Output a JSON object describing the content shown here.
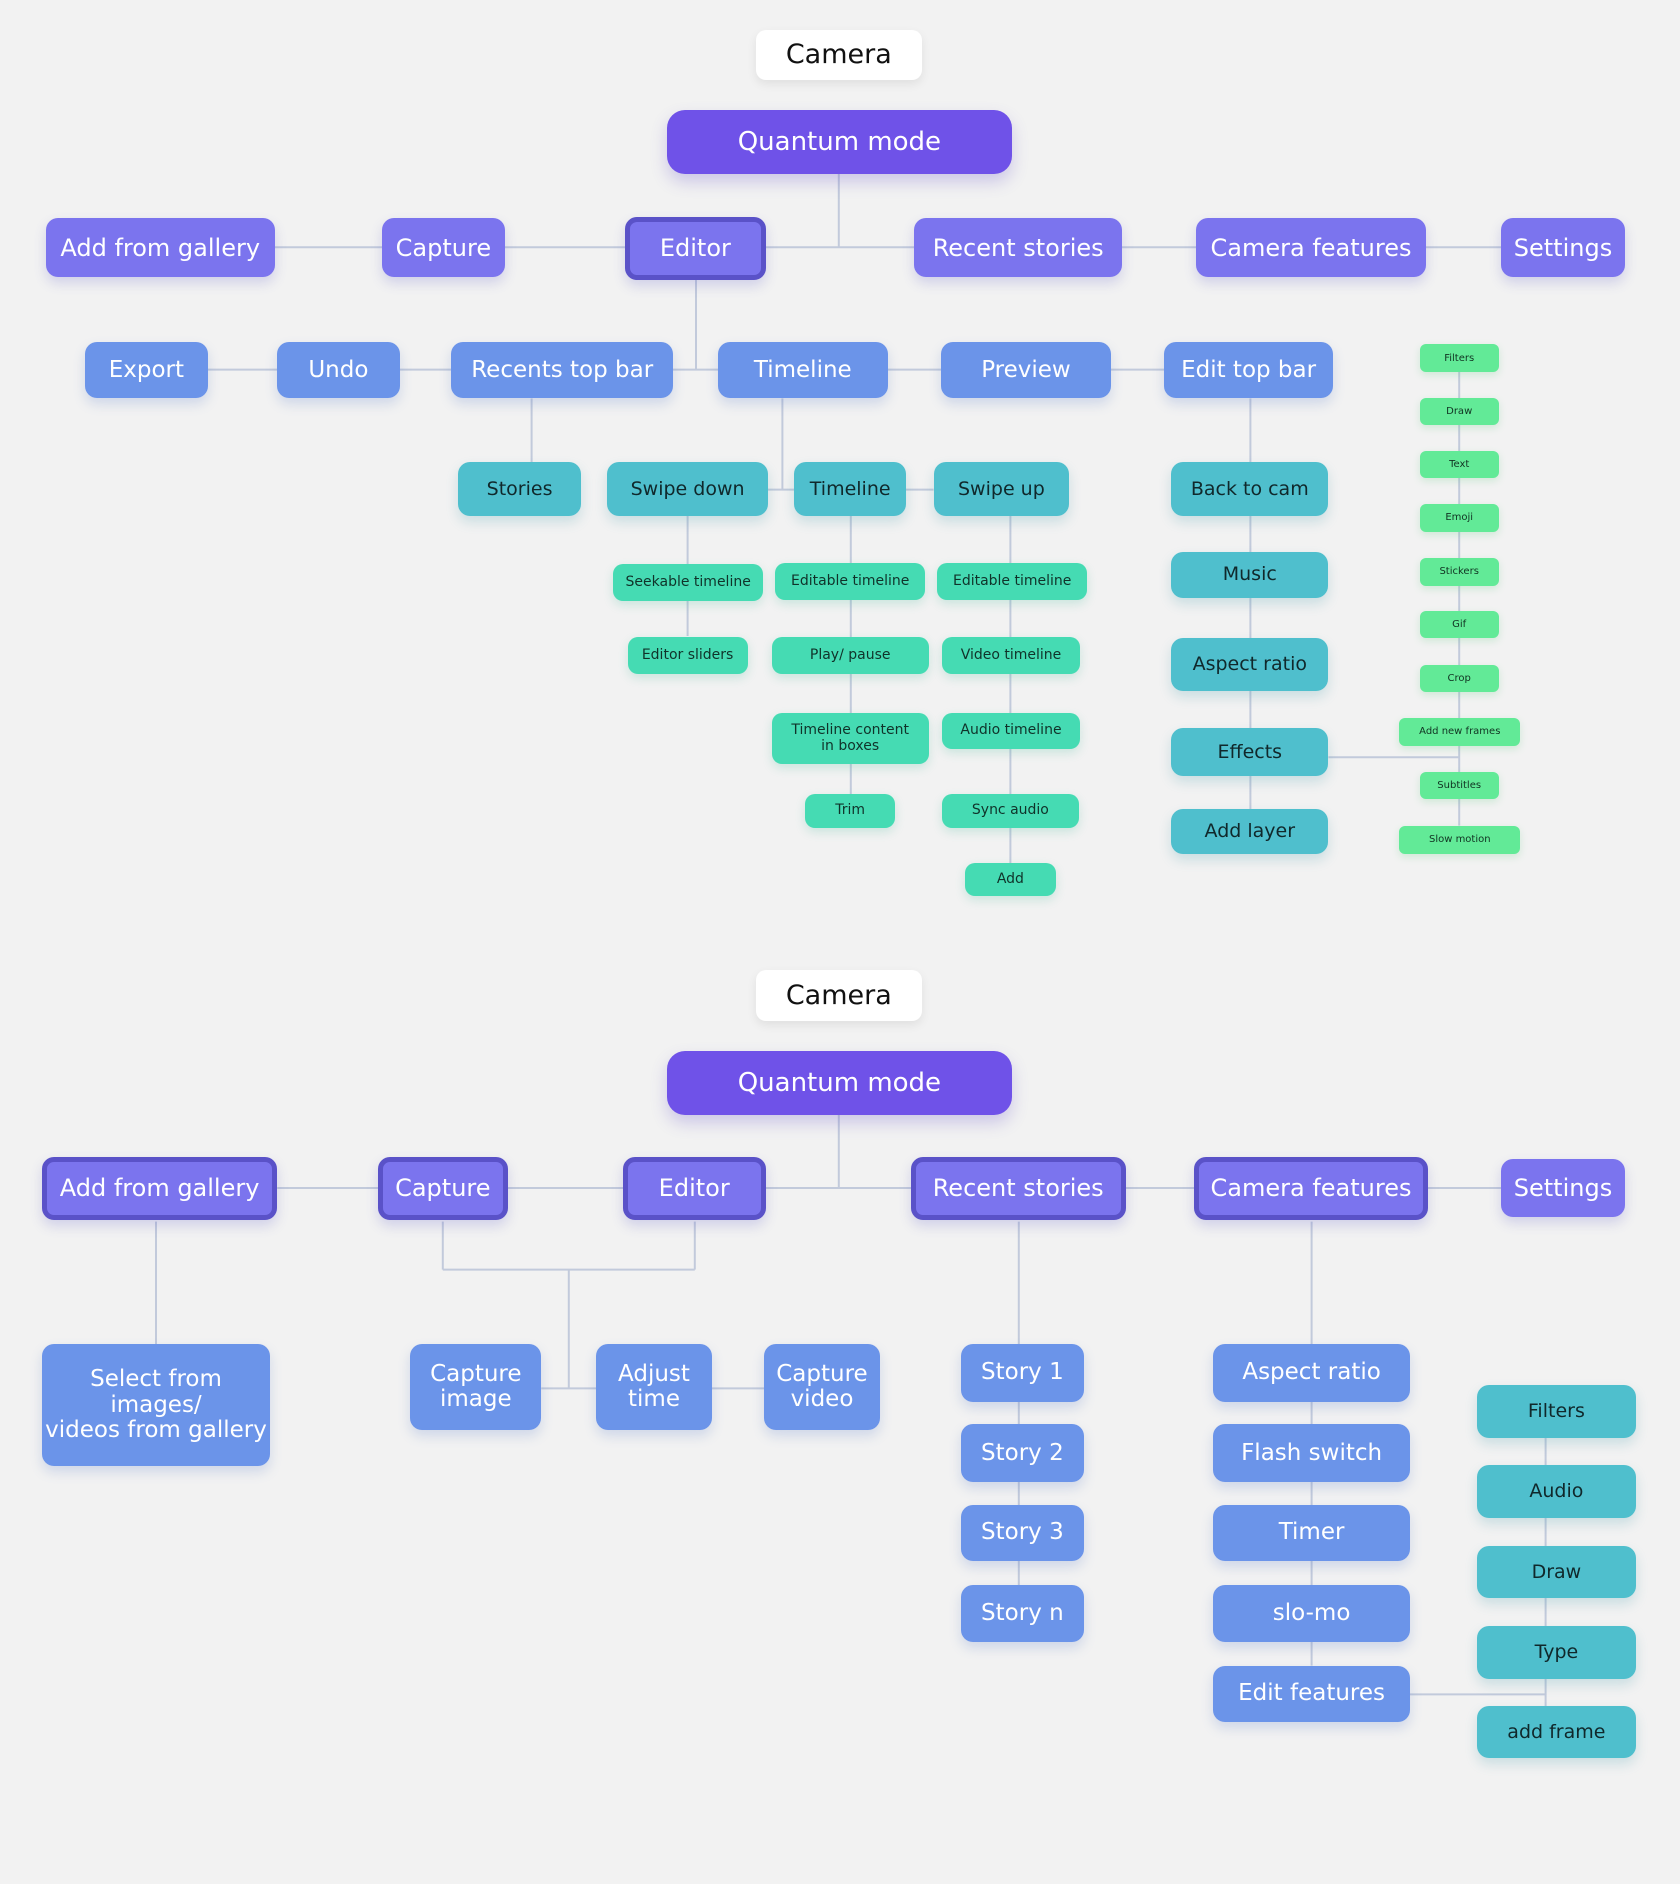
{
  "colors": {
    "background": "#f2f2f2",
    "connector": "#c2cadb",
    "quantum_mode": "#6f52e8",
    "primary_node": "#7b74ee",
    "secondary_node": "#6b94e9",
    "teal_node": "#4fbfcd",
    "mint_node": "#45dbb3",
    "green_node": "#62ea97",
    "selected_border": "#5a52c8"
  },
  "diagram1": {
    "root": "Camera",
    "mode": "Quantum mode",
    "level1": [
      "Add from gallery",
      "Capture",
      "Editor",
      "Recent stories",
      "Camera features",
      "Settings"
    ],
    "editor_items": [
      "Export",
      "Undo",
      "Recents top bar",
      "Timeline",
      "Preview",
      "Edit top bar"
    ],
    "recents_children": [
      "Stories"
    ],
    "timeline_children": [
      "Swipe down",
      "Timeline",
      "Swipe up"
    ],
    "swipe_down_items": [
      "Seekable timeline",
      "Editor sliders"
    ],
    "timeline_items": [
      "Editable timeline",
      "Play/ pause",
      "Timeline content\nin boxes",
      "Trim"
    ],
    "swipe_up_items": [
      "Editable timeline",
      "Video timeline",
      "Audio timeline",
      "Sync audio",
      "Add"
    ],
    "edit_top_bar_items": [
      "Back to cam",
      "Music",
      "Aspect ratio",
      "Effects",
      "Add layer"
    ],
    "effects_items": [
      "Filters",
      "Draw",
      "Text",
      "Emoji",
      "Stickers",
      "Gif",
      "Crop",
      "Add new frames",
      "Subtitles",
      "Slow motion"
    ]
  },
  "diagram2": {
    "root": "Camera",
    "mode": "Quantum mode",
    "level1": [
      "Add from gallery",
      "Capture",
      "Editor",
      "Recent stories",
      "Camera features",
      "Settings"
    ],
    "gallery_children": [
      "Select from images/\nvideos from gallery"
    ],
    "capture_children": [
      "Capture\nimage",
      "Adjust\ntime",
      "Capture\nvideo"
    ],
    "stories": [
      "Story 1",
      "Story 2",
      "Story 3",
      "Story n"
    ],
    "camera_feature_items": [
      "Aspect ratio",
      "Flash switch",
      "Timer",
      "slo-mo",
      "Edit features"
    ],
    "edit_feature_items": [
      "Filters",
      "Audio",
      "Draw",
      "Type",
      "add frame"
    ]
  }
}
